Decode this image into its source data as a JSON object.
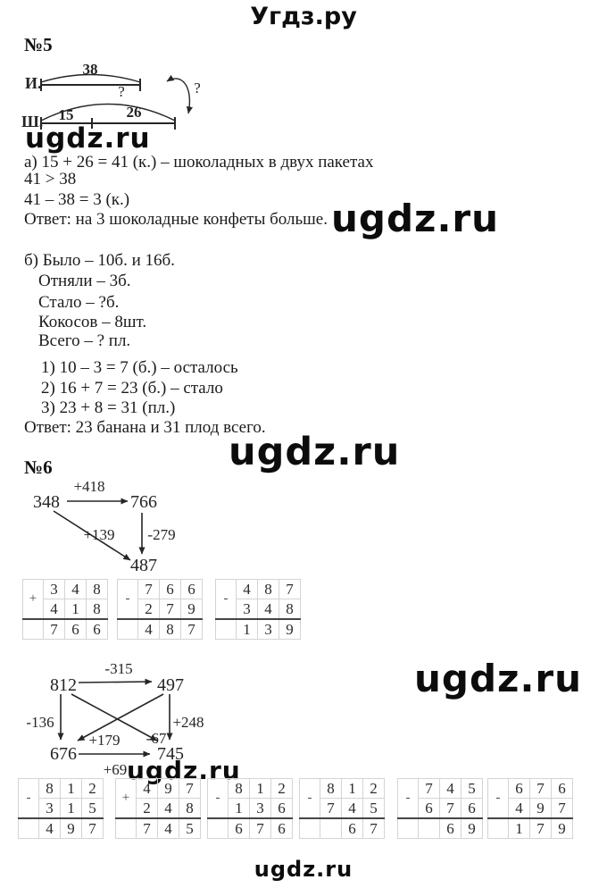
{
  "page": {
    "header": "Угдз.ру",
    "watermark": "ugdz.ru"
  },
  "task5": {
    "label": "№5",
    "diagram": {
      "top_row_label": "И.",
      "top_length": "38",
      "top_question": "?",
      "compare_question": "?",
      "bottom_row_label": "Ш.",
      "bottom_part1": "15",
      "bottom_part2": "26"
    },
    "part_a_lines": [
      "а) 15 + 26 = 41 (к.) – шоколадных в двух пакетах",
      "41 > 38",
      "41 – 38 = 3 (к.)",
      "Ответ: на 3 шоколадные конфеты больше."
    ],
    "part_b_given": [
      "б) Было – 10б. и 16б.",
      "Отняли – 3б.",
      "Стало – ?б.",
      "Кокосов – 8шт.",
      "Всего – ? пл."
    ],
    "part_b_steps": [
      "1) 10 – 3 = 7 (б.) – осталось",
      "2) 16 + 7 = 23 (б.) – стало",
      "3) 23 + 8 = 31 (пл.)"
    ],
    "part_b_answer": "Ответ: 23 банана и 31 плод всего."
  },
  "task6": {
    "label": "№6",
    "chain1": {
      "start": "348",
      "mid": "766",
      "end": "487",
      "edge_top": "+418",
      "edge_diag": "+139",
      "edge_down": "-279"
    },
    "tables_row1": [
      {
        "sign": "+",
        "rows": [
          [
            "3",
            "4",
            "8"
          ],
          [
            "4",
            "1",
            "8"
          ],
          [
            "7",
            "6",
            "6"
          ]
        ]
      },
      {
        "sign": "-",
        "rows": [
          [
            "7",
            "6",
            "6"
          ],
          [
            "2",
            "7",
            "9"
          ],
          [
            "4",
            "8",
            "7"
          ]
        ]
      },
      {
        "sign": "-",
        "rows": [
          [
            "4",
            "8",
            "7"
          ],
          [
            "3",
            "4",
            "8"
          ],
          [
            "1",
            "3",
            "9"
          ]
        ]
      }
    ],
    "chain2": {
      "tl": "812",
      "tr": "497",
      "bl": "676",
      "br": "745",
      "edge_top": "-315",
      "edge_left": "-136",
      "edge_right": "+248",
      "edge_bottom": "+69",
      "edge_cross_to_bl": "+179",
      "edge_cross_to_br": "-67"
    },
    "tables_row2": [
      {
        "sign": "-",
        "rows": [
          [
            "8",
            "1",
            "2"
          ],
          [
            "3",
            "1",
            "5"
          ],
          [
            "4",
            "9",
            "7"
          ]
        ]
      },
      {
        "sign": "+",
        "rows": [
          [
            "4",
            "9",
            "7"
          ],
          [
            "2",
            "4",
            "8"
          ],
          [
            "7",
            "4",
            "5"
          ]
        ]
      },
      {
        "sign": "-",
        "rows": [
          [
            "8",
            "1",
            "2"
          ],
          [
            "1",
            "3",
            "6"
          ],
          [
            "6",
            "7",
            "6"
          ]
        ]
      },
      {
        "sign": "-",
        "rows": [
          [
            "8",
            "1",
            "2"
          ],
          [
            "7",
            "4",
            "5"
          ],
          [
            "",
            "6",
            "7"
          ]
        ]
      },
      {
        "sign": "-",
        "rows": [
          [
            "7",
            "4",
            "5"
          ],
          [
            "6",
            "7",
            "6"
          ],
          [
            "",
            "6",
            "9"
          ]
        ]
      },
      {
        "sign": "-",
        "rows": [
          [
            "6",
            "7",
            "6"
          ],
          [
            "4",
            "9",
            "7"
          ],
          [
            "1",
            "7",
            "9"
          ]
        ]
      }
    ]
  }
}
